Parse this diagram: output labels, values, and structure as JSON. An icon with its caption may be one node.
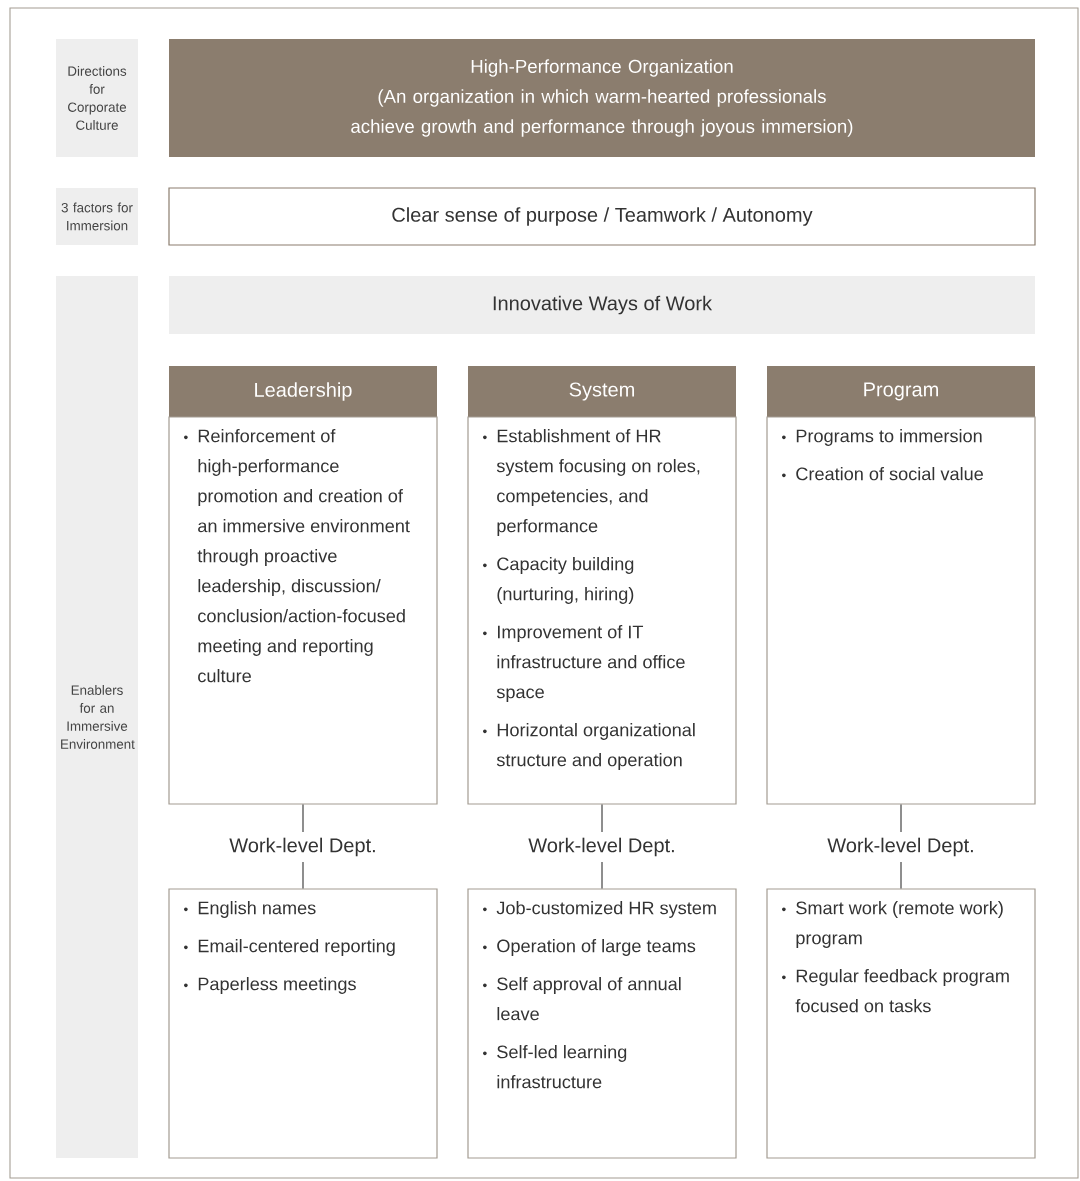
{
  "diagram": {
    "nodes": [
      {
        "text": [
          "Directions for Corporate Culture"
        ]
      },
      {
        "text": [
          "High-Performance Organization",
          "(An organization in which warm-hearted professionals achieve growth and performance through joyous immersion)"
        ]
      },
      {
        "text": [
          "3 factors for Immersion"
        ]
      },
      {
        "text": [
          "Clear sense of purpose / Teamwork / Autonomy"
        ]
      },
      {
        "text": [
          "Enablers for an Immersive Environment"
        ]
      },
      {
        "text": [
          "Innovative Ways of Work"
        ]
      },
      {
        "text": [
          "Leadership"
        ]
      },
      {
        "text": [
          "Reinforcement of high-performance promotion and creation of an immersive environment through proactive leadership, discussion/ conclusion/action-focused meeting and reporting culture"
        ]
      },
      {
        "text": [
          "System"
        ]
      },
      {
        "text": [
          "Establishment of HR system focusing on roles, competencies, and performance",
          "Capacity building (nurturing, hiring)",
          "Improvement of IT infrastructure and office space",
          "Horizontal organizational structure and operation"
        ]
      },
      {
        "text": [
          "Program"
        ]
      },
      {
        "text": [
          "Programs to immersion",
          "Creation of social value"
        ]
      },
      {
        "text": [
          "Work-level Dept."
        ]
      },
      {
        "text": [
          "Work-level Dept."
        ]
      },
      {
        "text": [
          "Work-level Dept."
        ]
      },
      {
        "text": [
          "English names",
          "Email-centered reporting",
          "Paperless meetings"
        ]
      },
      {
        "text": [
          "Job-customized HR system",
          "Operation of large teams",
          "Self approval of annual leave",
          "Self-led learning infrastructure"
        ]
      },
      {
        "text": [
          "Smart work (remote work) program",
          "Regular feedback program focused on tasks"
        ]
      }
    ],
    "edges": [
      {
        "from": 7,
        "to": 12,
        "arrow": "none"
      },
      {
        "from": 12,
        "to": 15,
        "arrow": "none"
      },
      {
        "from": 9,
        "to": 13,
        "arrow": "none"
      },
      {
        "from": 13,
        "to": 16,
        "arrow": "none"
      },
      {
        "from": 11,
        "to": 14,
        "arrow": "none"
      },
      {
        "from": 14,
        "to": 17,
        "arrow": "none"
      }
    ]
  }
}
